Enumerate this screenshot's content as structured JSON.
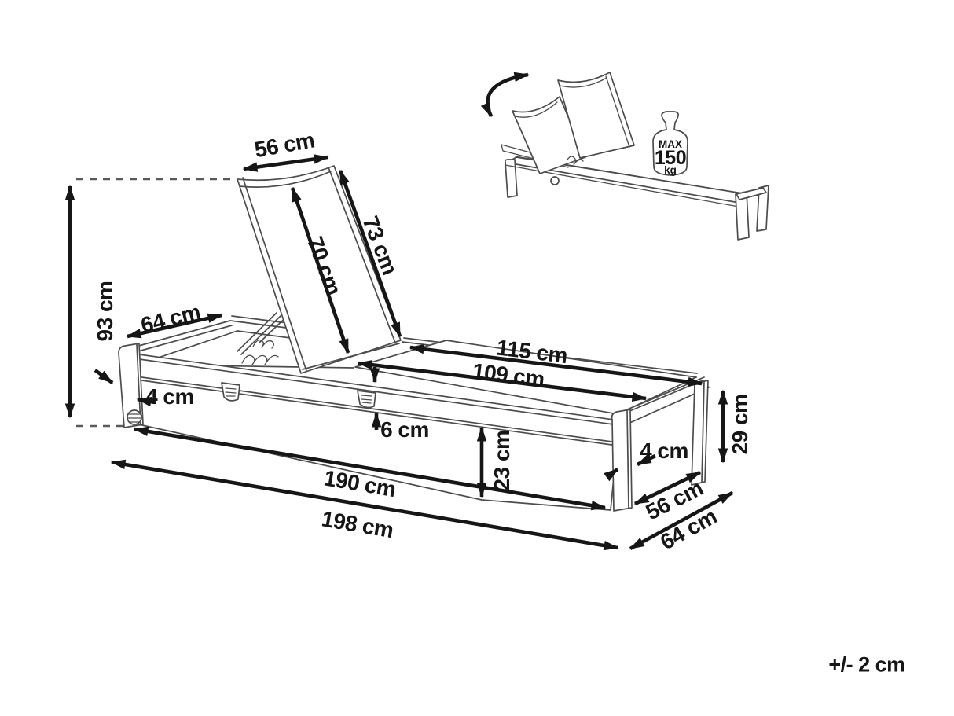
{
  "colors": {
    "ink": "#161616",
    "line": "#4c4c4c",
    "background": "#ffffff"
  },
  "diagram": {
    "tolerance": "+/- 2 cm",
    "main": {
      "labels": {
        "backrest_width": "56 cm",
        "backrest_outer": "73 cm",
        "backrest_inner": "70 cm",
        "height": "93 cm",
        "head_width": "64 cm",
        "frame_tube": "4 cm",
        "surface_total": "115 cm",
        "surface": "109 cm",
        "rail_height": "6 cm",
        "side_depth": "23 cm",
        "inner_length": "190 cm",
        "total_length": "198 cm",
        "leg_tube": "4 cm",
        "leg_height": "29 cm",
        "inner_width": "56 cm",
        "total_width": "64 cm"
      }
    },
    "inset": {
      "weight": {
        "line1": "MAX",
        "line2": "150",
        "line3": "kg"
      }
    }
  }
}
